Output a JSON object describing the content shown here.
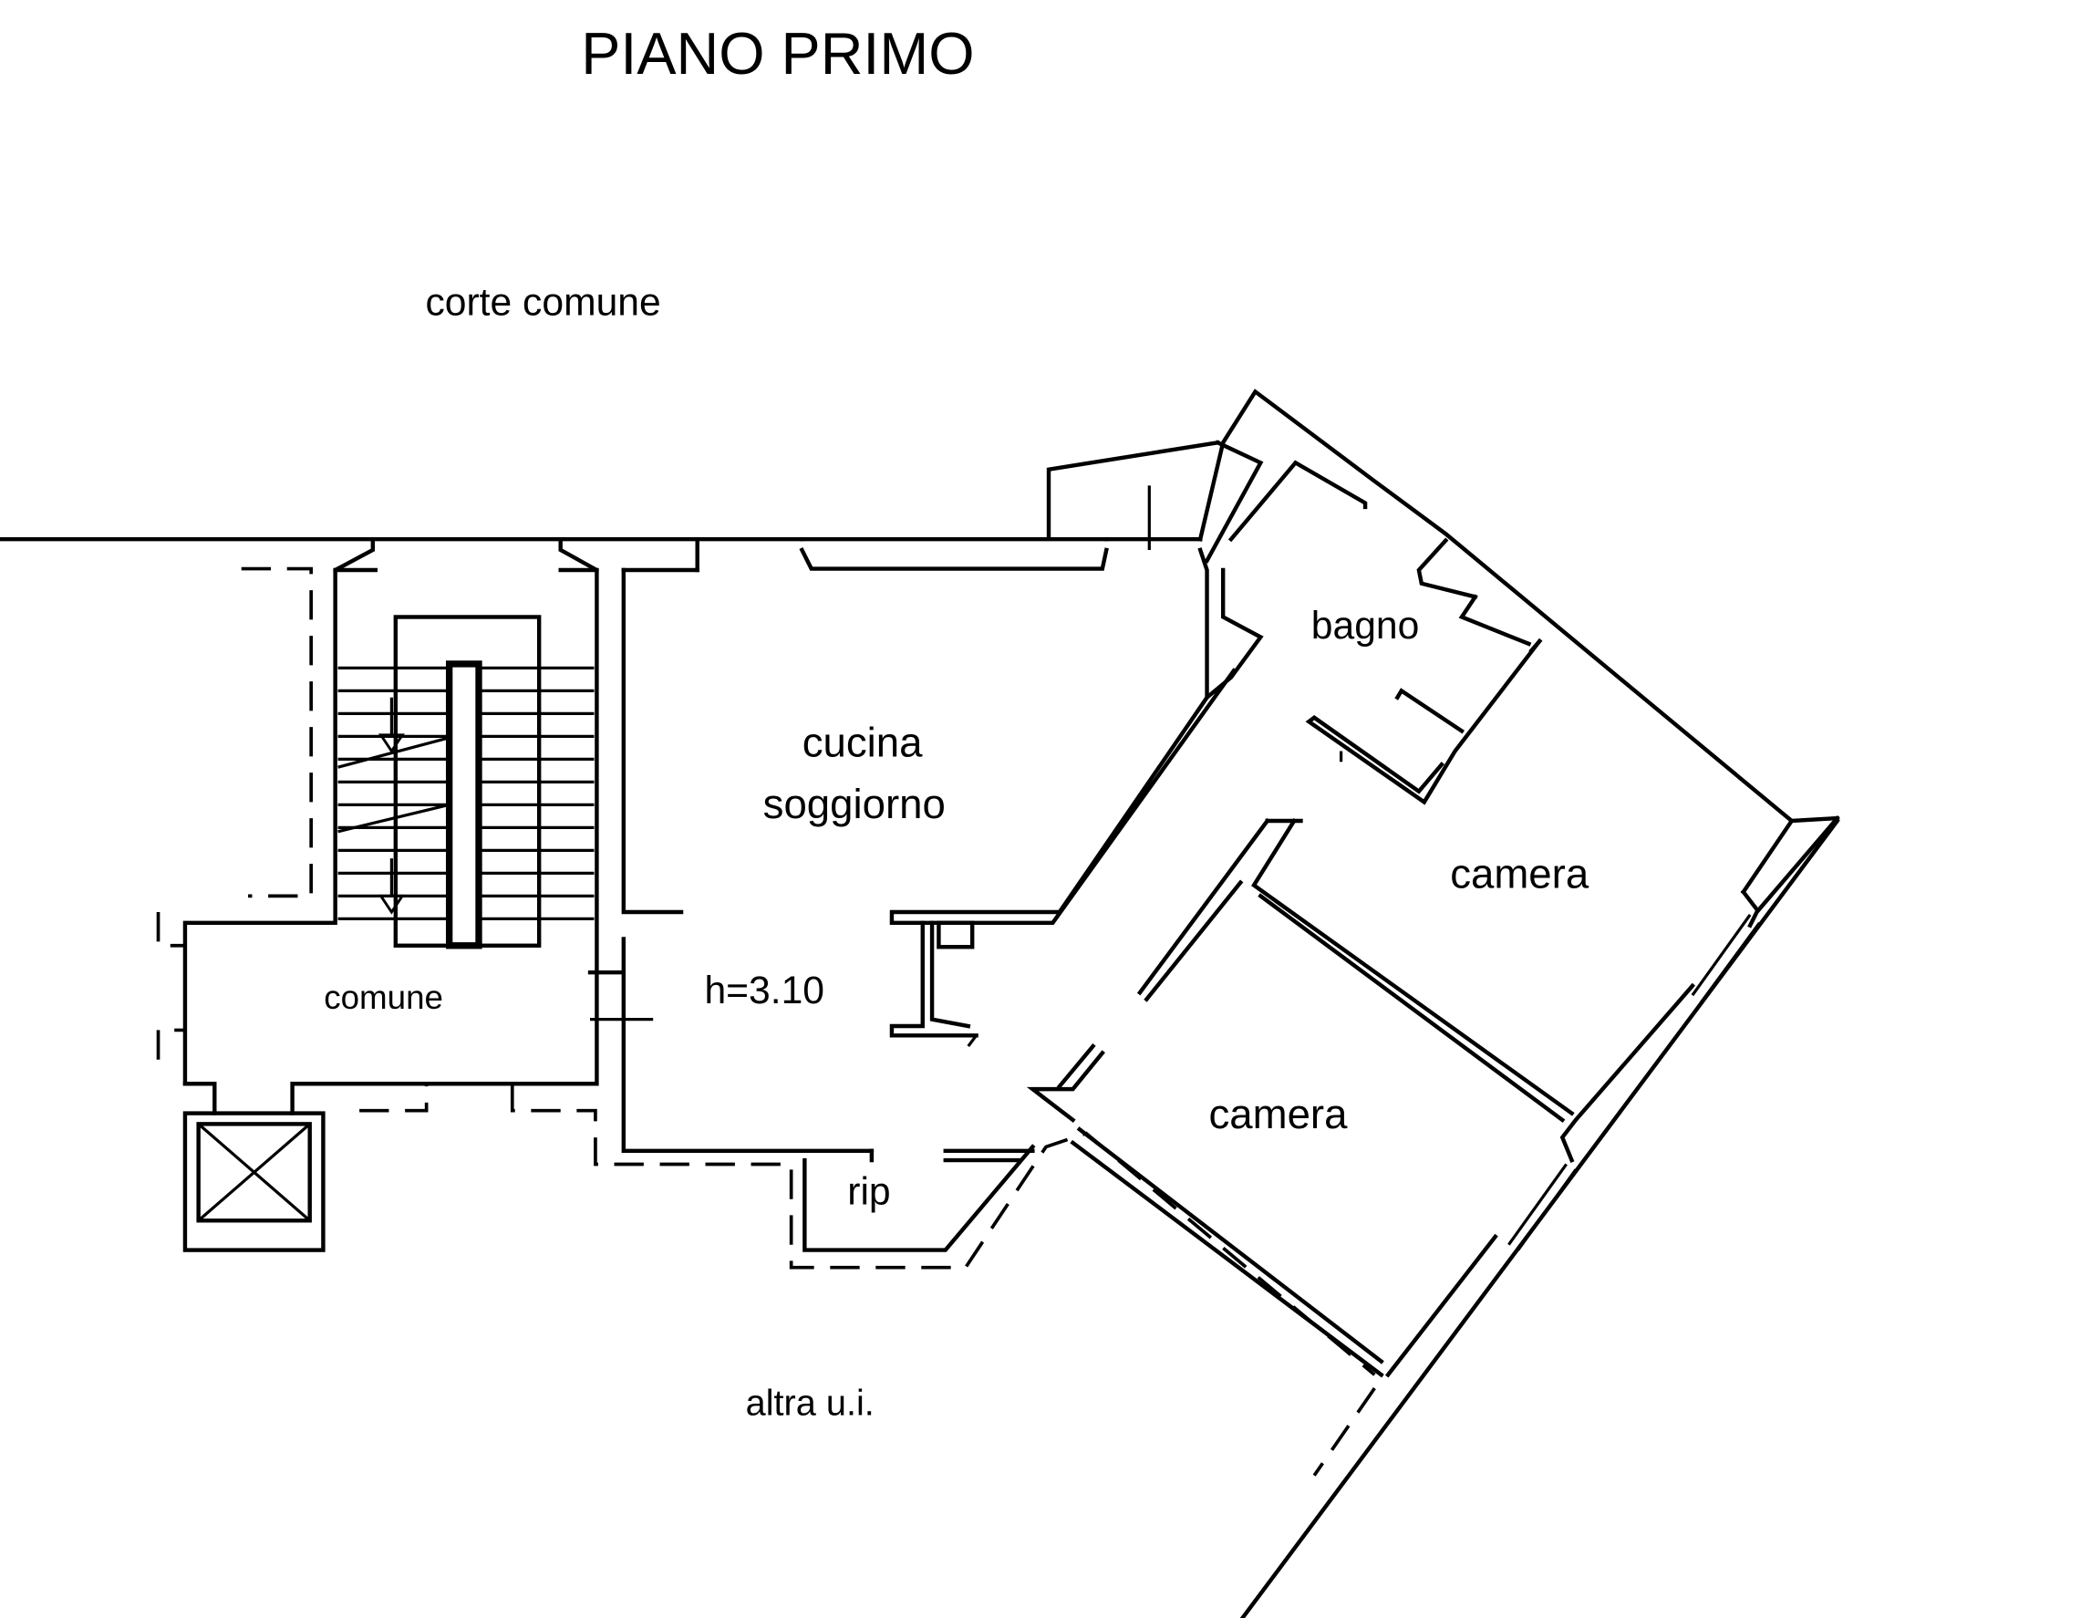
{
  "plan": {
    "title": "PIANO PRIMO",
    "labels": {
      "corte": "corte comune",
      "bagno": "bagno",
      "cucina_line1": "cucina",
      "cucina_line2": "soggiorno",
      "height": "h=3.10",
      "comune": "comune",
      "camera_upper": "camera",
      "camera_lower": "camera",
      "rip": "rip",
      "altra": "altra u.i."
    }
  },
  "colors": {
    "line": "#000000",
    "background": "#ffffff"
  }
}
